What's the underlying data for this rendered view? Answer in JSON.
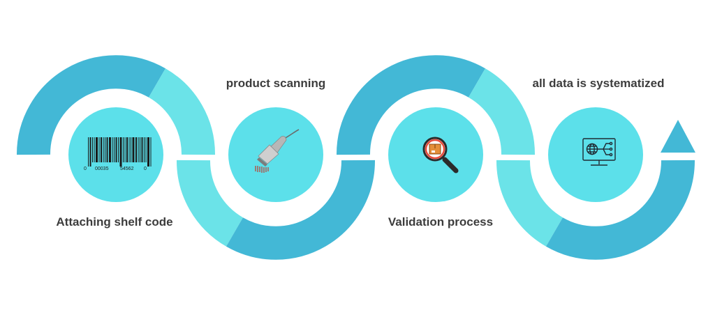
{
  "steps": [
    {
      "label": "Attaching shelf code",
      "icon": "barcode-icon"
    },
    {
      "label": "product scanning",
      "icon": "barcode-scanner-icon"
    },
    {
      "label": "Validation process",
      "icon": "magnifier-package-icon"
    },
    {
      "label": "all data is systematized",
      "icon": "computer-network-icon"
    }
  ],
  "barcode": {
    "lead_digit": "0",
    "group_left": "00035",
    "group_right": "54562",
    "check_digit": "0"
  },
  "colors": {
    "dark_teal": "#43B8D6",
    "light_teal": "#6BE3E8",
    "circle": "#5CE0EA",
    "label": "#3D3D3D"
  }
}
